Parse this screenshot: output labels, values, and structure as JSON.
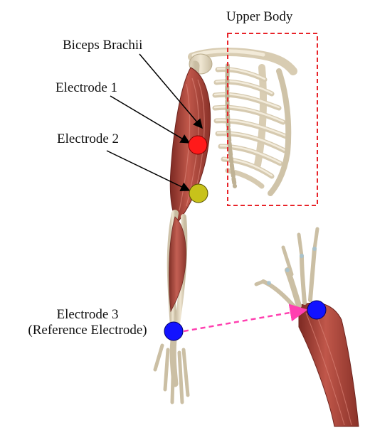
{
  "labels": {
    "upper_body": "Upper Body",
    "biceps": "Biceps Brachii",
    "electrode1": "Electrode 1",
    "electrode2": "Electrode 2",
    "electrode3_line1": "Electrode 3",
    "electrode3_line2": "(Reference Electrode)"
  },
  "colors": {
    "electrode1": "#ff1a1a",
    "electrode2": "#c8c21a",
    "electrode3": "#1212ff",
    "dashed_box": "#e8242a",
    "reference_link": "#ff3fb0",
    "muscle": "#b0463b",
    "bone": "#e6dcc6"
  }
}
